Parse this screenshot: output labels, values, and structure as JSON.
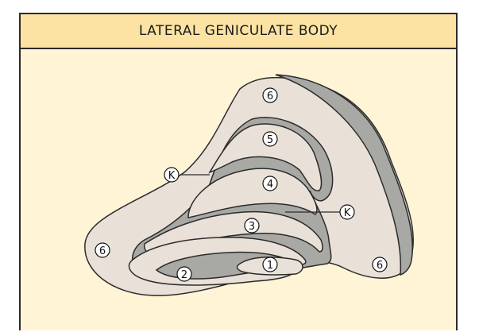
{
  "title": "LATERAL GENICULATE BODY",
  "colors": {
    "background": "#fff5d6",
    "title_bar": "#fce3a4",
    "light_layer": "#e9e1d8",
    "dark_layer": "#a8a8a4",
    "outline": "#2b2b2b"
  },
  "labels": {
    "layer6_top": "6",
    "layer5": "5",
    "layer4": "4",
    "layer3": "3",
    "layer2": "2",
    "layer1": "1",
    "layer6_left": "6",
    "layer6_right": "6",
    "k_upper": "K",
    "k_lower": "K"
  }
}
